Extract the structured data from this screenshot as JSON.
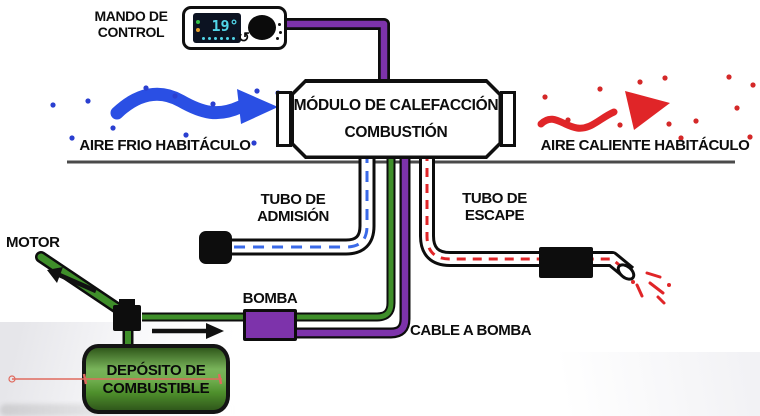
{
  "colors": {
    "cold_blue": "#2a4fe4",
    "cold_dash_blue": "#3a6ae8",
    "dot_blue": "#2a3fd0",
    "hot_red": "#e02528",
    "dot_red": "#d42828",
    "fuel_green": "#3f8f2a",
    "cable_purple": "#7d33ab",
    "display_cyan": "#52d5e8",
    "status_green": "#35c24a",
    "status_orange": "#e8a02c",
    "tank_green": "#57a031",
    "floor_gray": "#4a4a4a",
    "laser_red": "#e06a5e"
  },
  "control_unit": {
    "label_line1": "MANDO DE",
    "label_line2": "CONTROL",
    "display_value": "19°",
    "rotate_icon": "↺"
  },
  "module": {
    "title_line1": "MÓDULO DE CALEFACCIÓN",
    "title_line2": "COMBUSTIÓN"
  },
  "airflow": {
    "cold_label": "AIRE FRIO HABITÁCULO",
    "hot_label": "AIRE CALIENTE HABITÁCULO"
  },
  "intake": {
    "label_line1": "TUBO DE",
    "label_line2": "ADMISIÓN"
  },
  "exhaust": {
    "label_line1": "TUBO DE",
    "label_line2": "ESCAPE"
  },
  "fuel_system": {
    "motor_label": "MOTOR",
    "pump_label": "BOMBA",
    "pump_cable_label": "CABLE A BOMBA",
    "tank_line1": "DEPÓSITO DE",
    "tank_line2": "COMBUSTIBLE"
  }
}
